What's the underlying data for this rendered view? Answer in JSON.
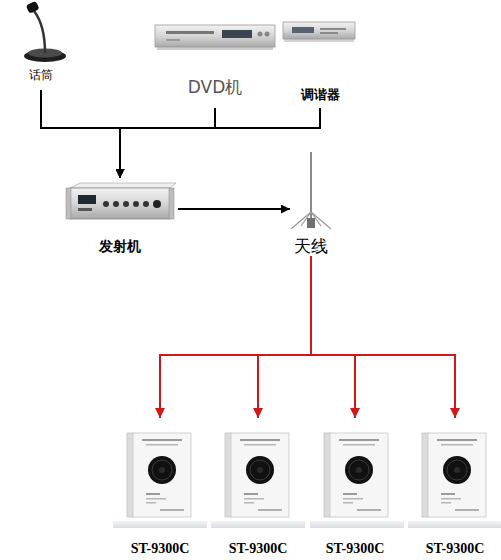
{
  "diagram": {
    "nodes": [
      {
        "text": [
          "话筒"
        ]
      },
      {
        "text": [
          "DVD机"
        ]
      },
      {
        "text": [
          "调谐器"
        ]
      },
      {
        "text": [
          "发射机"
        ]
      },
      {
        "text": [
          "天线"
        ]
      },
      {
        "text": [
          "ST-9300C"
        ]
      },
      {
        "text": [
          "ST-9300C"
        ]
      },
      {
        "text": [
          "ST-9300C"
        ]
      },
      {
        "text": [
          "ST-9300C"
        ]
      }
    ],
    "edges": [
      {
        "from": 0,
        "to": 3,
        "arrow": "to"
      },
      {
        "from": 1,
        "to": 3,
        "arrow": "to"
      },
      {
        "from": 2,
        "to": 3,
        "arrow": "to"
      },
      {
        "from": 3,
        "to": 4,
        "arrow": "to"
      },
      {
        "from": 4,
        "to": 5,
        "arrow": "to"
      },
      {
        "from": 4,
        "to": 6,
        "arrow": "to"
      },
      {
        "from": 4,
        "to": 7,
        "arrow": "to"
      },
      {
        "from": 4,
        "to": 8,
        "arrow": "to"
      }
    ]
  }
}
